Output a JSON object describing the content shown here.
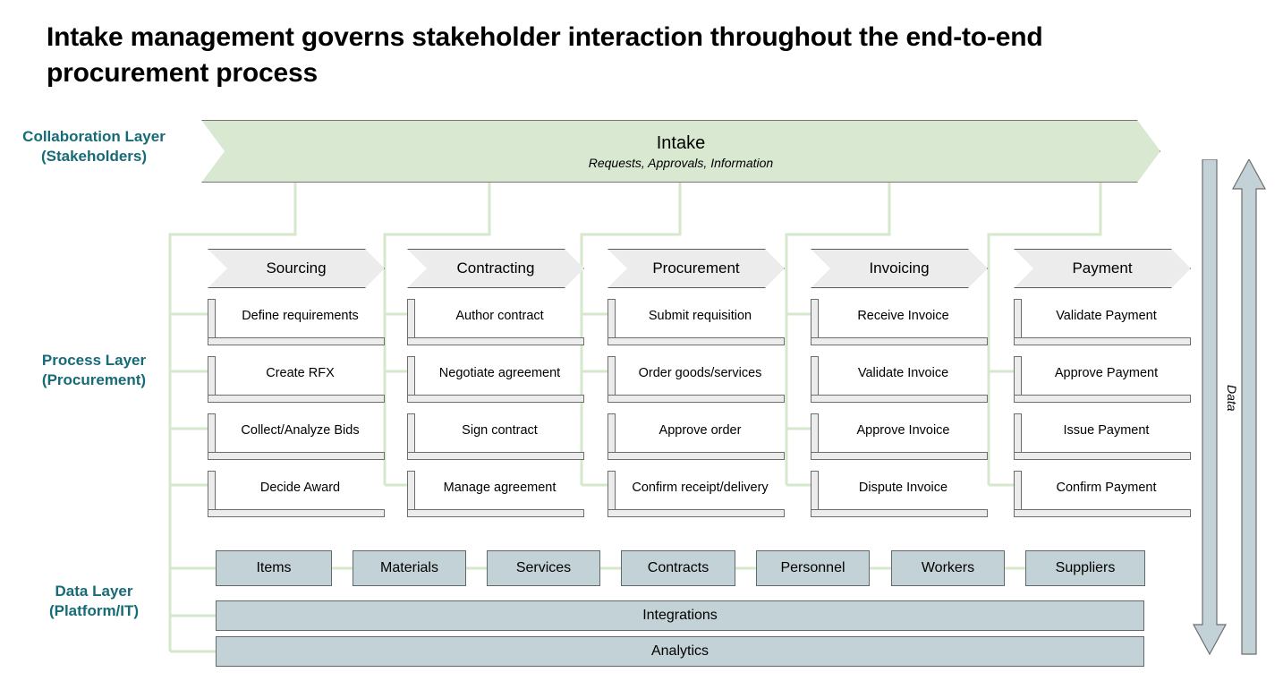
{
  "title": "Intake management governs stakeholder interaction throughout the end-to-end procurement process",
  "layers": {
    "collaboration_label": "Collaboration Layer\n(Stakeholders)",
    "collaboration_label_line1": "Collaboration Layer",
    "collaboration_label_line2": "(Stakeholders)",
    "process_label_line1": "Process Layer",
    "process_label_line2": "(Procurement)",
    "data_label_line1": "Data Layer",
    "data_label_line2": "(Platform/IT)"
  },
  "collaboration": {
    "title": "Intake",
    "subtitle": "Requests, Approvals, Information"
  },
  "process": {
    "columns": [
      {
        "name": "Sourcing",
        "tasks": [
          "Define requirements",
          "Create RFX",
          "Collect/Analyze Bids",
          "Decide Award"
        ]
      },
      {
        "name": "Contracting",
        "tasks": [
          "Author contract",
          "Negotiate agreement",
          "Sign contract",
          "Manage agreement"
        ]
      },
      {
        "name": "Procurement",
        "tasks": [
          "Submit requisition",
          "Order goods/services",
          "Approve order",
          "Confirm receipt/delivery"
        ]
      },
      {
        "name": "Invoicing",
        "tasks": [
          "Receive Invoice",
          "Validate Invoice",
          "Approve Invoice",
          "Dispute Invoice"
        ]
      },
      {
        "name": "Payment",
        "tasks": [
          "Validate Payment",
          "Approve Payment",
          "Issue Payment",
          "Confirm Payment"
        ]
      }
    ]
  },
  "data_layer": {
    "chips": [
      "Items",
      "Materials",
      "Services",
      "Contracts",
      "Personnel",
      "Workers",
      "Suppliers"
    ],
    "bars": [
      "Integrations",
      "Analytics"
    ]
  },
  "side_arrows": {
    "label": "Data"
  },
  "colors": {
    "collaboration_fill": "#d9e8d1",
    "process_fill": "#ececec",
    "data_fill": "#c3d2d7",
    "label_teal": "#176a78",
    "connector_green": "#d5e8cc",
    "arrow_fill": "#c3d2d7"
  }
}
